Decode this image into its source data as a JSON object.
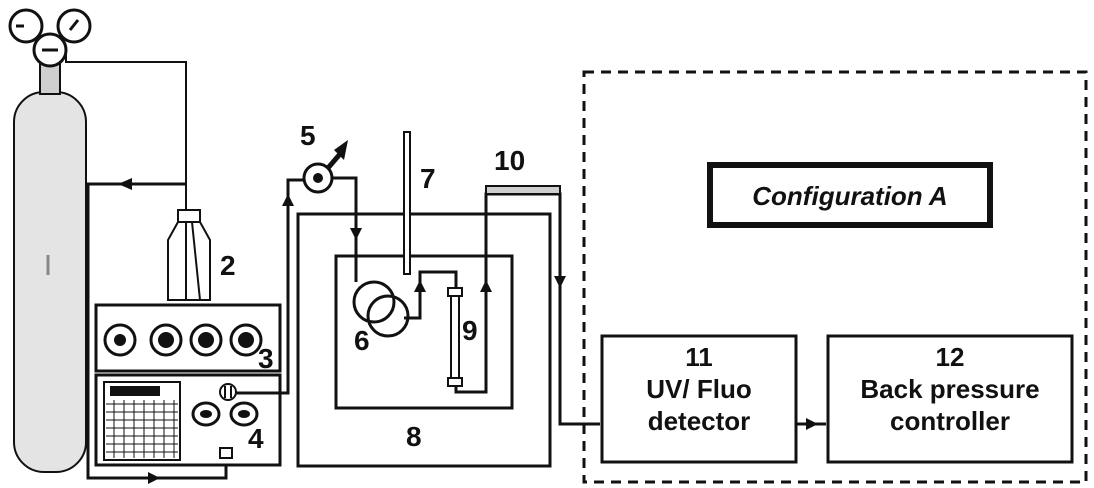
{
  "labels": {
    "n2": "2",
    "n3": "3",
    "n4": "4",
    "n5": "5",
    "n6": "6",
    "n7": "7",
    "n8": "8",
    "n9": "9",
    "n10": "10",
    "n11": "11",
    "n12": "12"
  },
  "boxes": {
    "detector_line1": "UV/ Fluo",
    "detector_line2": "detector",
    "bpc_line1": "Back pressure",
    "bpc_line2": "controller"
  },
  "configuration": "Configuration A"
}
